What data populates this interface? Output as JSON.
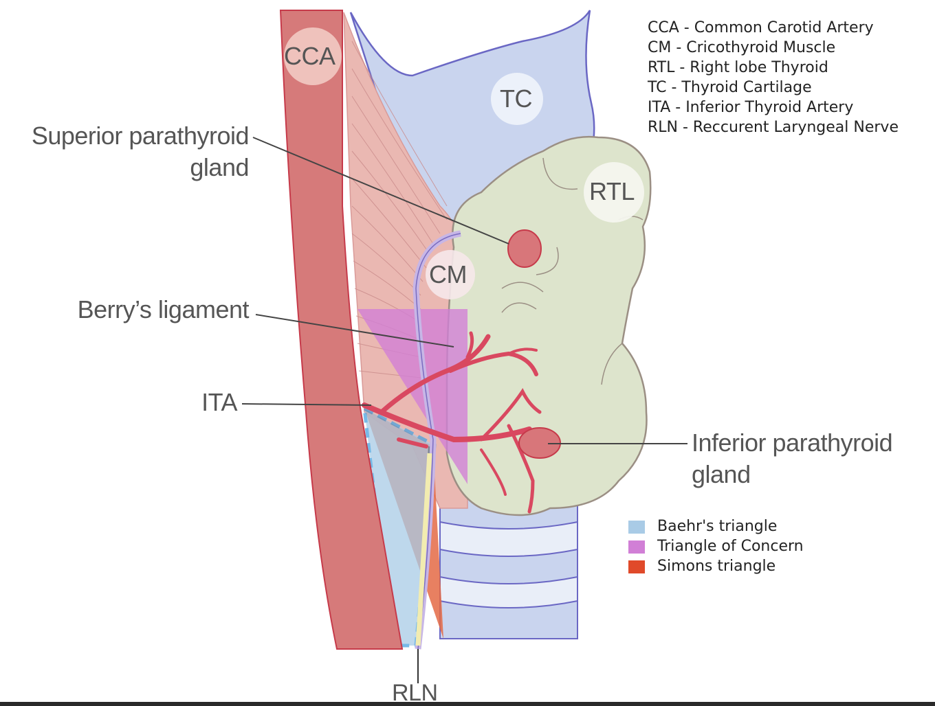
{
  "labels": {
    "cca": "CCA",
    "tc": "TC",
    "rtl": "RTL",
    "cm": "CM",
    "rln": "RLN"
  },
  "callouts": {
    "superior_line1": "Superior parathyroid",
    "superior_line2": "gland",
    "berry": "Berry’s ligament",
    "ita": "ITA",
    "inferior_line1": "Inferior parathyroid",
    "inferior_line2": "gland"
  },
  "abbreviations": [
    "CCA - Common Carotid Artery",
    "CM - Cricothyroid Muscle",
    "RTL - Right lobe Thyroid",
    "TC - Thyroid Cartilage",
    "ITA - Inferior Thyroid Artery",
    "RLN - Reccurent Laryngeal Nerve"
  ],
  "legend": [
    {
      "label": "Baehr's triangle",
      "color": "#a9cbe6"
    },
    {
      "label": "Triangle of Concern",
      "color": "#d17fd6"
    },
    {
      "label": "Simons triangle",
      "color": "#e04a2a"
    }
  ],
  "colors": {
    "carotid": "#d67a7a",
    "carotid_edge": "#c63a4a",
    "cartilage": "#c9d4ee",
    "cartilage_edge": "#6a67c4",
    "thyroid": "#dde4cc",
    "thyroid_edge": "#9b8f84",
    "muscle": "#eab8b2",
    "artery": "#d94860",
    "gland": "#d8767a",
    "nerve": "#c7b6e6"
  }
}
